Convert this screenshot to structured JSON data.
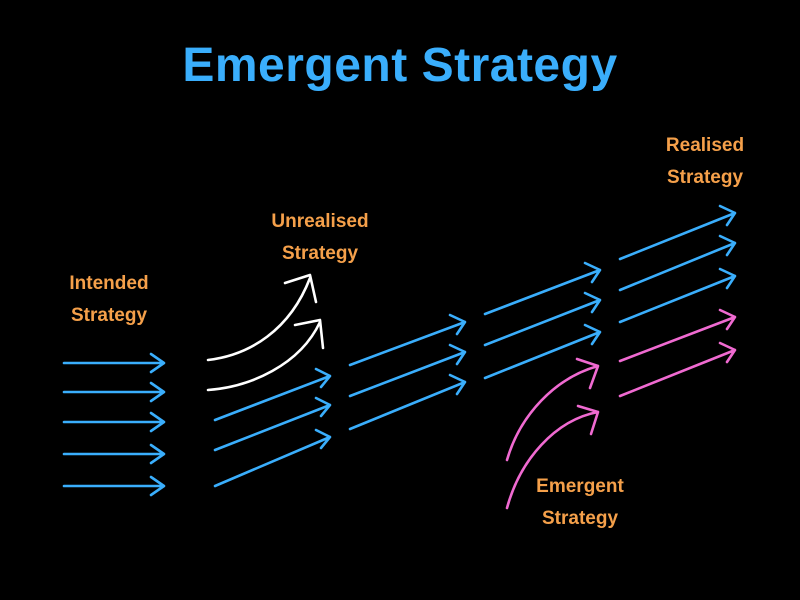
{
  "title": "Emergent Strategy",
  "labels": {
    "intended": [
      "Intended",
      "Strategy"
    ],
    "unrealised": [
      "Unrealised",
      "Strategy"
    ],
    "realised": [
      "Realised",
      "Strategy"
    ],
    "emergent": [
      "Emergent",
      "Strategy"
    ]
  },
  "colors": {
    "background": "#000000",
    "title": "#3aaefc",
    "label": "#f5a04a",
    "intended_arrow": "#3aaefc",
    "unrealised_arrow": "#ffffff",
    "emergent_arrow": "#f06ad1"
  }
}
